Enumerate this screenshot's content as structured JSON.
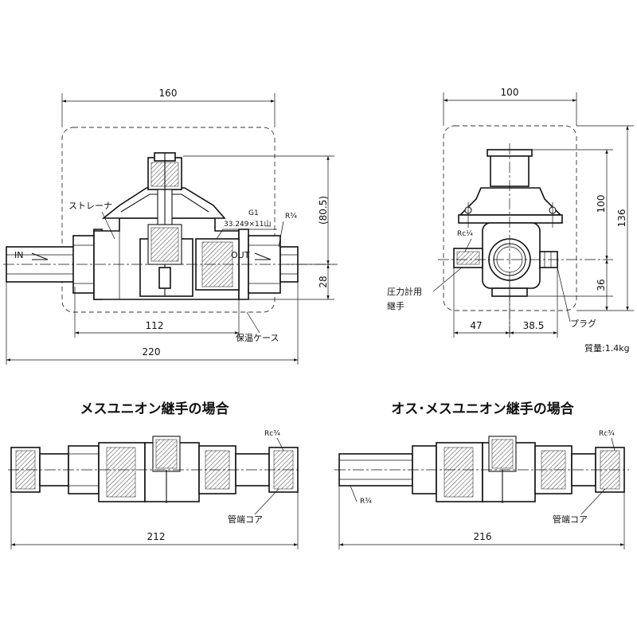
{
  "front_view": {
    "dim_top": "160",
    "dim_overall": "220",
    "dim_inner": "112",
    "dim_height": "(80.5)",
    "dim_low": "28",
    "label_strainer": "ストレーナ",
    "label_g1": "G1",
    "label_thread": "33.249×11山",
    "label_r34": "R¾",
    "label_in": "IN",
    "label_out": "OUT",
    "label_case": "保温ケース"
  },
  "side_view": {
    "dim_top": "100",
    "dim_height_inner": "100",
    "dim_height_outer": "136",
    "dim_low": "36",
    "dim_left": "47",
    "dim_right": "38.5",
    "label_rc14": "Rc¼",
    "label_gauge_line1": "圧力計用",
    "label_gauge_line2": "継手",
    "label_plug": "プラグ",
    "mass": "質量:1.4kg"
  },
  "female_union": {
    "title": "メスユニオン継手の場合",
    "label_rc34": "Rc¾",
    "label_core": "管端コア",
    "dim_overall": "212"
  },
  "male_female_union": {
    "title": "オス･メスユニオン継手の場合",
    "label_rc34": "Rc¾",
    "label_r34": "R¾",
    "label_core": "管端コア",
    "dim_overall": "216"
  }
}
